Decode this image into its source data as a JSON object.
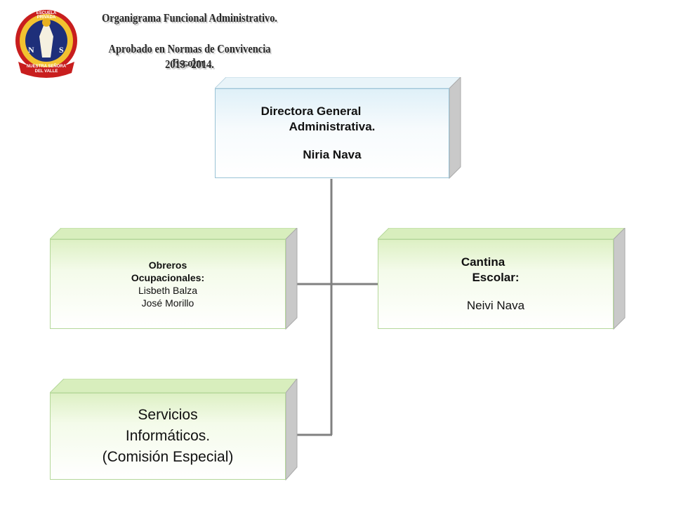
{
  "header": {
    "title": "Organigrama Funcional Administrativo.",
    "subtitle_line1": "Aprobado en Normas de Convivencia Escolar.",
    "subtitle_line2": "2013- 2014."
  },
  "logo": {
    "icon": "school-seal-icon",
    "text_top": "ESCUELA PRIVADA",
    "letter_left": "N",
    "letter_right": "S",
    "banner_line1": "NUESTRA SEÑORA",
    "banner_line2": "DEL VALLE"
  },
  "nodes": {
    "director": {
      "role_line1": "Directora General",
      "role_line2": "Administrativa.",
      "name": "Niria Nava"
    },
    "obreros": {
      "role_line1": "Obreros",
      "role_line2": "Ocupacionales:",
      "name1": "Lisbeth Balza",
      "name2": "José Morillo"
    },
    "cantina": {
      "role_line1": "Cantina",
      "role_line2": "Escolar:",
      "name": "Neivi Nava"
    },
    "servicios": {
      "line1": "Servicios",
      "line2": "Informáticos.",
      "line3": "(Comisión Especial)"
    }
  },
  "colors": {
    "connector": "#808080",
    "green_face": "#e4f4cf",
    "blue_face": "#e6f3f9",
    "side_shade": "#c8c8c8"
  }
}
